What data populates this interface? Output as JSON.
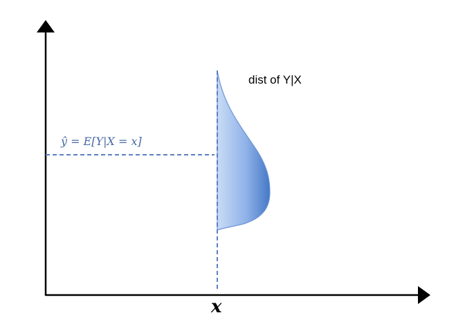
{
  "labels": {
    "distribution": "dist of Y|X",
    "prediction": "ŷ = E[Y|X = x]",
    "x_axis_value": "x"
  },
  "colors": {
    "axis": "#000000",
    "guide_line": "#5b7fbf",
    "curve_fill_light": "#c9dcf6",
    "curve_fill_dark": "#4578c6",
    "curve_stroke": "#6d94d6",
    "prediction_text": "#4a6aa5"
  }
}
